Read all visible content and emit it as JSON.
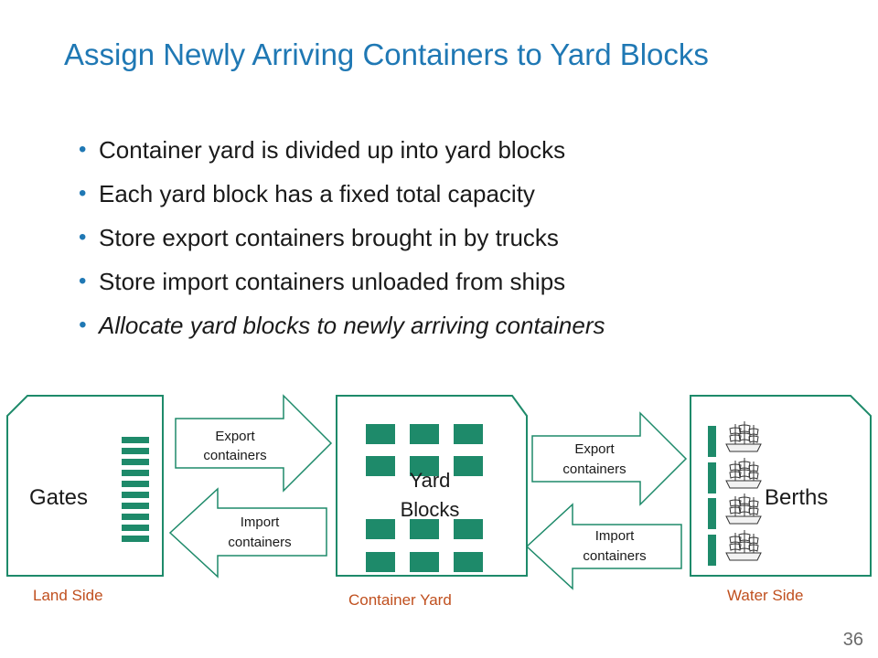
{
  "slide": {
    "title": "Assign Newly Arriving Containers to Yard Blocks",
    "bullets": [
      "Container yard is divided up into yard blocks",
      "Each yard block has a fixed total capacity",
      "Store export containers brought in by trucks",
      "Store import containers unloaded from ships",
      "Allocate yard blocks to newly arriving containers"
    ],
    "page_number": "36"
  },
  "diagram": {
    "gates_label": "Gates",
    "yard_label_line1": "Yard",
    "yard_label_line2": "Blocks",
    "berths_label": "Berths",
    "export_label_line1": "Export",
    "export_label_line2": "containers",
    "import_label_line1": "Import",
    "import_label_line2": "containers",
    "land_side": "Land Side",
    "container_yard": "Container Yard",
    "water_side": "Water Side"
  },
  "colors": {
    "title": "#1f78b4",
    "box_border": "#1e8a6a",
    "block_fill": "#1e8a6a",
    "caption": "#c0501f"
  }
}
